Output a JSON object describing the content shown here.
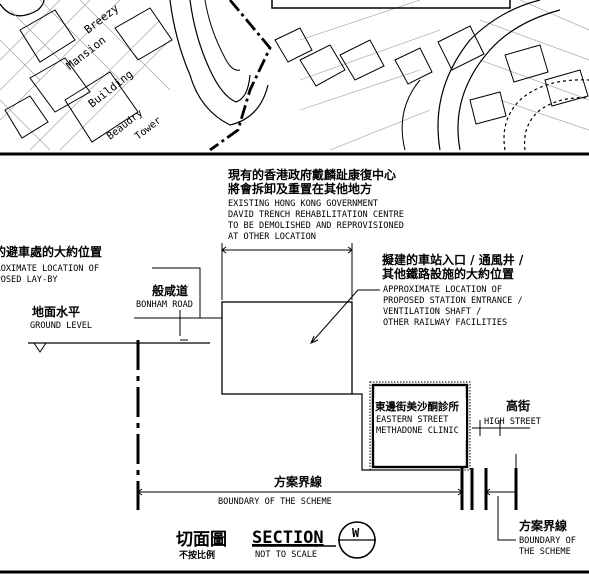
{
  "map": {
    "street_text_1": "Breezy",
    "street_text_2": "Mansion",
    "building_text_1": "Building",
    "building_text_2": "Beaudry",
    "building_text_3": "Tower"
  },
  "notes": {
    "existing_zh_1": "現有的香港政府戴麟趾康復中心",
    "existing_zh_2": "將會拆卸及重置在其他地方",
    "existing_en": [
      "EXISTING HONG KONG GOVERNMENT",
      "DAVID TRENCH REHABILITATION CENTRE",
      "TO BE DEMOLISHED AND REPROVISIONED",
      "AT OTHER LOCATION"
    ],
    "layby_zh": "擬建的避車處的大約位置",
    "layby_en": [
      "APPROXIMATE LOCATION OF",
      "PROPOSED LAY-BY"
    ],
    "station_zh_1": "擬建的車站入口 / 通風井 /",
    "station_zh_2": "其他鐵路設施的大約位置",
    "station_en": [
      "APPROXIMATE LOCATION OF",
      "PROPOSED STATION ENTRANCE /",
      "VENTILATION SHAFT /",
      "OTHER RAILWAY FACILITIES"
    ],
    "bonham_zh": "般咸道",
    "bonham_en": "BONHAM ROAD",
    "ground_zh": "地面水平",
    "ground_en": "GROUND LEVEL",
    "clinic_zh": "東邊街美沙酮診所",
    "clinic_en": [
      "EASTERN STREET",
      "METHADONE CLINIC"
    ],
    "high_zh": "高街",
    "high_en": "HIGH STREET",
    "boundary_zh": "方案界線",
    "boundary_en": "BOUNDARY OF THE SCHEME",
    "boundary2_zh": "方案界線",
    "boundary2_en": [
      "BOUNDARY OF",
      "THE SCHEME"
    ]
  },
  "title_block": {
    "section_zh": "切面圖",
    "scale_zh": "不按比例",
    "section_en": "SECTION",
    "scale_en": "NOT TO SCALE",
    "section_letter": "W"
  }
}
